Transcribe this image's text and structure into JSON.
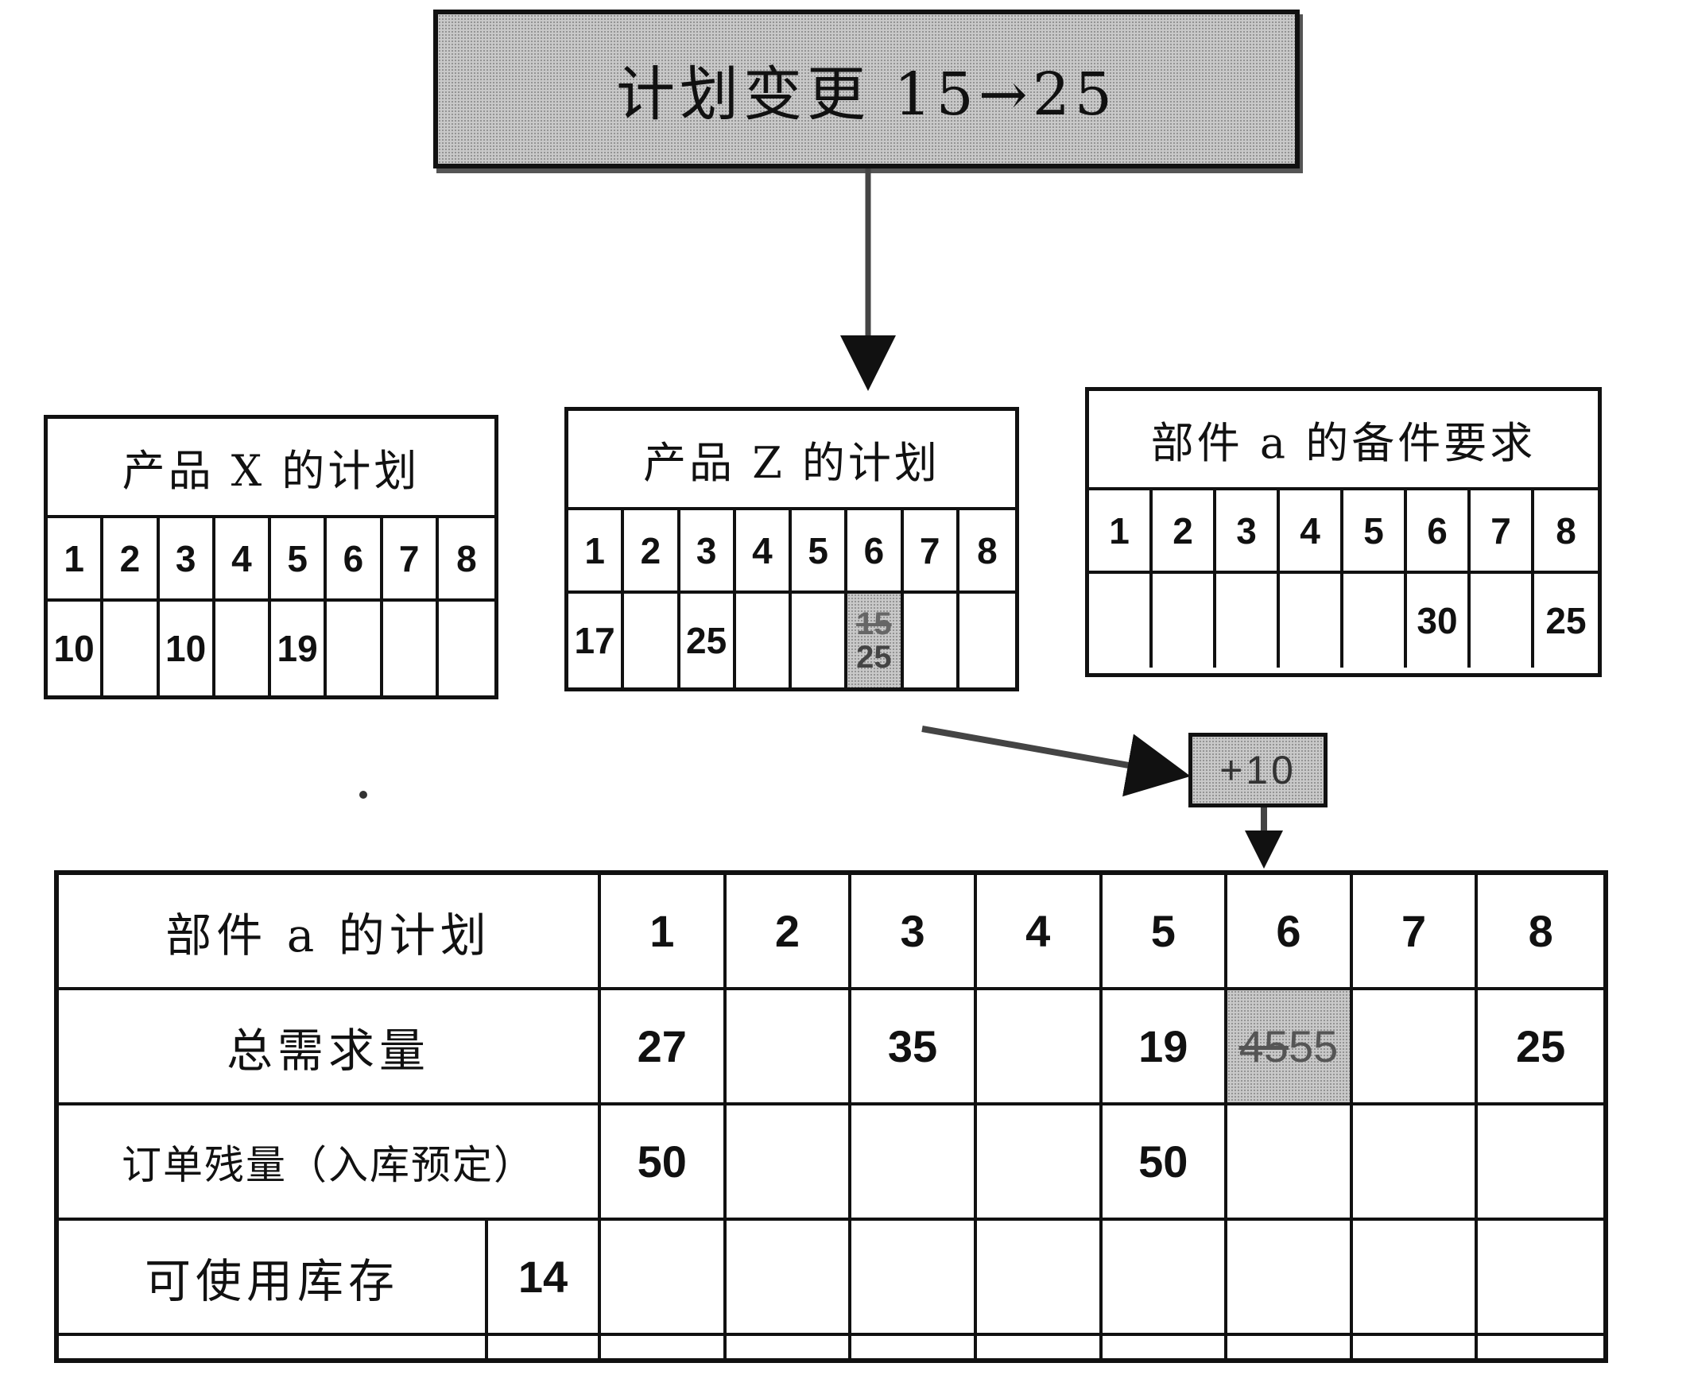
{
  "change": {
    "label": "计划变更 15→25"
  },
  "delta_label": "+10",
  "plans": {
    "product_x": {
      "title": "产品 X 的计划",
      "periods": [
        "1",
        "2",
        "3",
        "4",
        "5",
        "6",
        "7",
        "8"
      ],
      "values": [
        "10",
        "",
        "10",
        "",
        "19",
        "",
        "",
        ""
      ]
    },
    "product_z": {
      "title": "产品 Z 的计划",
      "periods": [
        "1",
        "2",
        "3",
        "4",
        "5",
        "6",
        "7",
        "8"
      ],
      "values": [
        "17",
        "",
        "25",
        "",
        "",
        "",
        "",
        ""
      ],
      "changed": {
        "old": "15",
        "new": "25"
      }
    },
    "part_a_spare": {
      "title": "部件 a 的备件要求",
      "periods": [
        "1",
        "2",
        "3",
        "4",
        "5",
        "6",
        "7",
        "8"
      ],
      "values": [
        "",
        "",
        "",
        "",
        "",
        "30",
        "",
        "25"
      ]
    }
  },
  "part_a_plan": {
    "title": "部件 a 的计划",
    "periods": [
      "1",
      "2",
      "3",
      "4",
      "5",
      "6",
      "7",
      "8"
    ],
    "rows": [
      {
        "label": "总需求量",
        "values": [
          "27",
          "",
          "35",
          "",
          "19",
          "",
          "",
          "25"
        ],
        "changed": {
          "old": "45",
          "new": "55"
        }
      },
      {
        "label": "订单残量（入库预定）",
        "values": [
          "50",
          "",
          "",
          "",
          "50",
          "",
          "",
          ""
        ]
      },
      {
        "label": "可使用库存",
        "initial": "14",
        "values": [
          "",
          "",
          "",
          "",
          "",
          "",
          "",
          ""
        ]
      }
    ]
  }
}
